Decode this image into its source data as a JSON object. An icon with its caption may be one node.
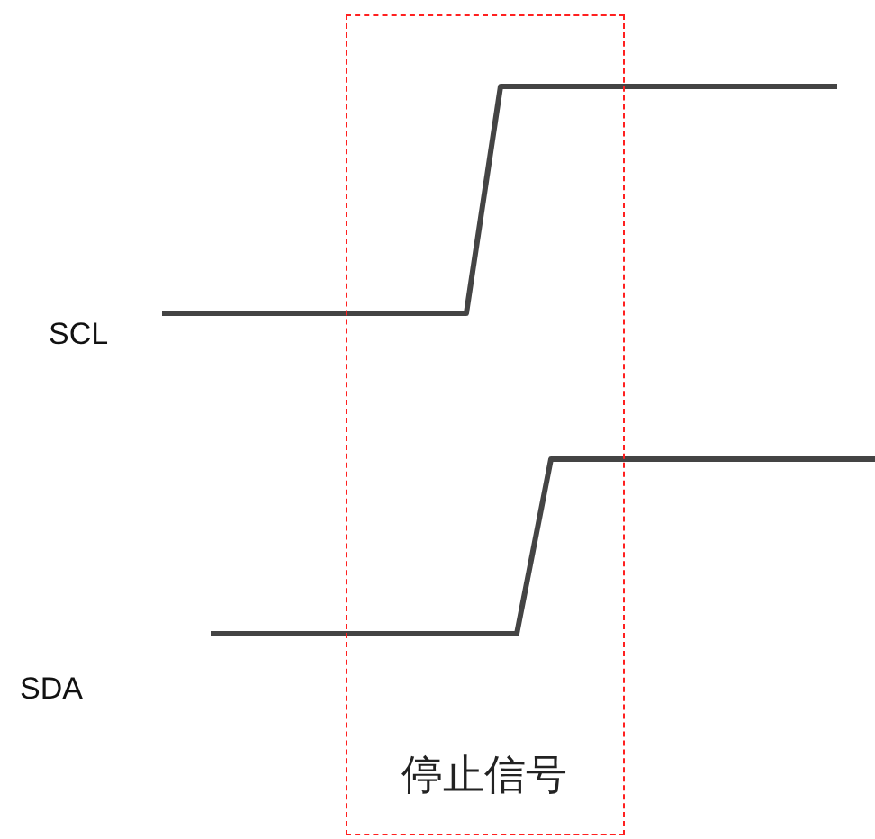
{
  "diagram": {
    "nodes": [
      {
        "text": [
          "停止信号"
        ]
      }
    ],
    "labels": [
      "SCL",
      "SDA"
    ]
  }
}
